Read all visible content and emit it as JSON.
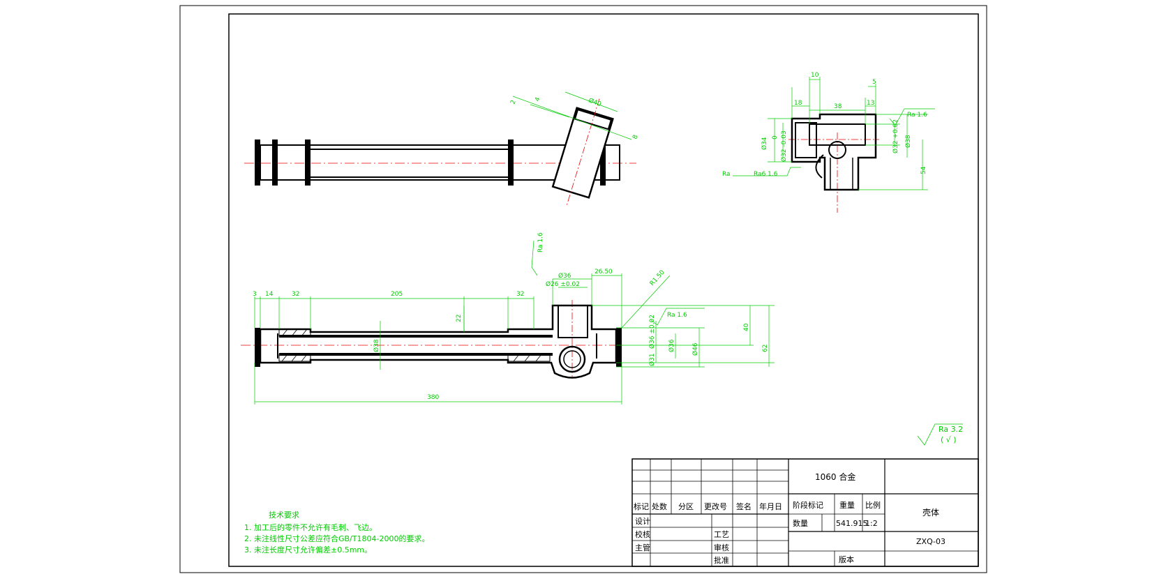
{
  "views": {
    "side": {
      "dims": [
        "10",
        "18",
        "38",
        "13",
        "5",
        "Ø34",
        "0",
        "Ø32 -0.03",
        "Ø32 +0.02",
        "Ø38",
        "54"
      ],
      "roughness": [
        "Ra 1.6",
        "Ra",
        "Ra6 1.6"
      ]
    },
    "section": {
      "dims": [
        "3",
        "14",
        "32",
        "205",
        "32",
        "22",
        "Ø38",
        "Ø36",
        "Ø26 ±0.02",
        "26.50",
        "R1.50",
        "40",
        "62",
        "Ø36 ±0.02",
        "Ø36",
        "Ø46",
        "Ø31",
        "380"
      ],
      "roughness": [
        "Ra 1.6",
        "Ra 1.6"
      ]
    },
    "top": {
      "dims": [
        "2",
        "4",
        "Ø40",
        "8"
      ]
    }
  },
  "general_roughness": {
    "value": "Ra 3.2",
    "note": "( √ )"
  },
  "tech_requirements": {
    "title": "技术要求",
    "items": [
      "1.   加工后的零件不允许有毛刺、飞边。",
      "2.   未注线性尺寸公差应符合GB/T1804-2000的要求。",
      "3.   未注长度尺寸允许偏差±0.5mm。"
    ]
  },
  "title_block": {
    "material": "1060 合金",
    "headers": [
      "标记",
      "处数",
      "分区",
      "更改号",
      "签名",
      "年月日"
    ],
    "stage_headers": [
      "阶段标记",
      "重量",
      "比例"
    ],
    "rows": [
      "设计",
      "校核",
      "主管"
    ],
    "mid_labels": [
      "工艺",
      "审核",
      "批准"
    ],
    "qty_label": "数量",
    "weight": "541.915",
    "scale": "1:2",
    "part_name": "壳体",
    "drawing_no": "ZXQ-03",
    "version_label": "版本"
  }
}
